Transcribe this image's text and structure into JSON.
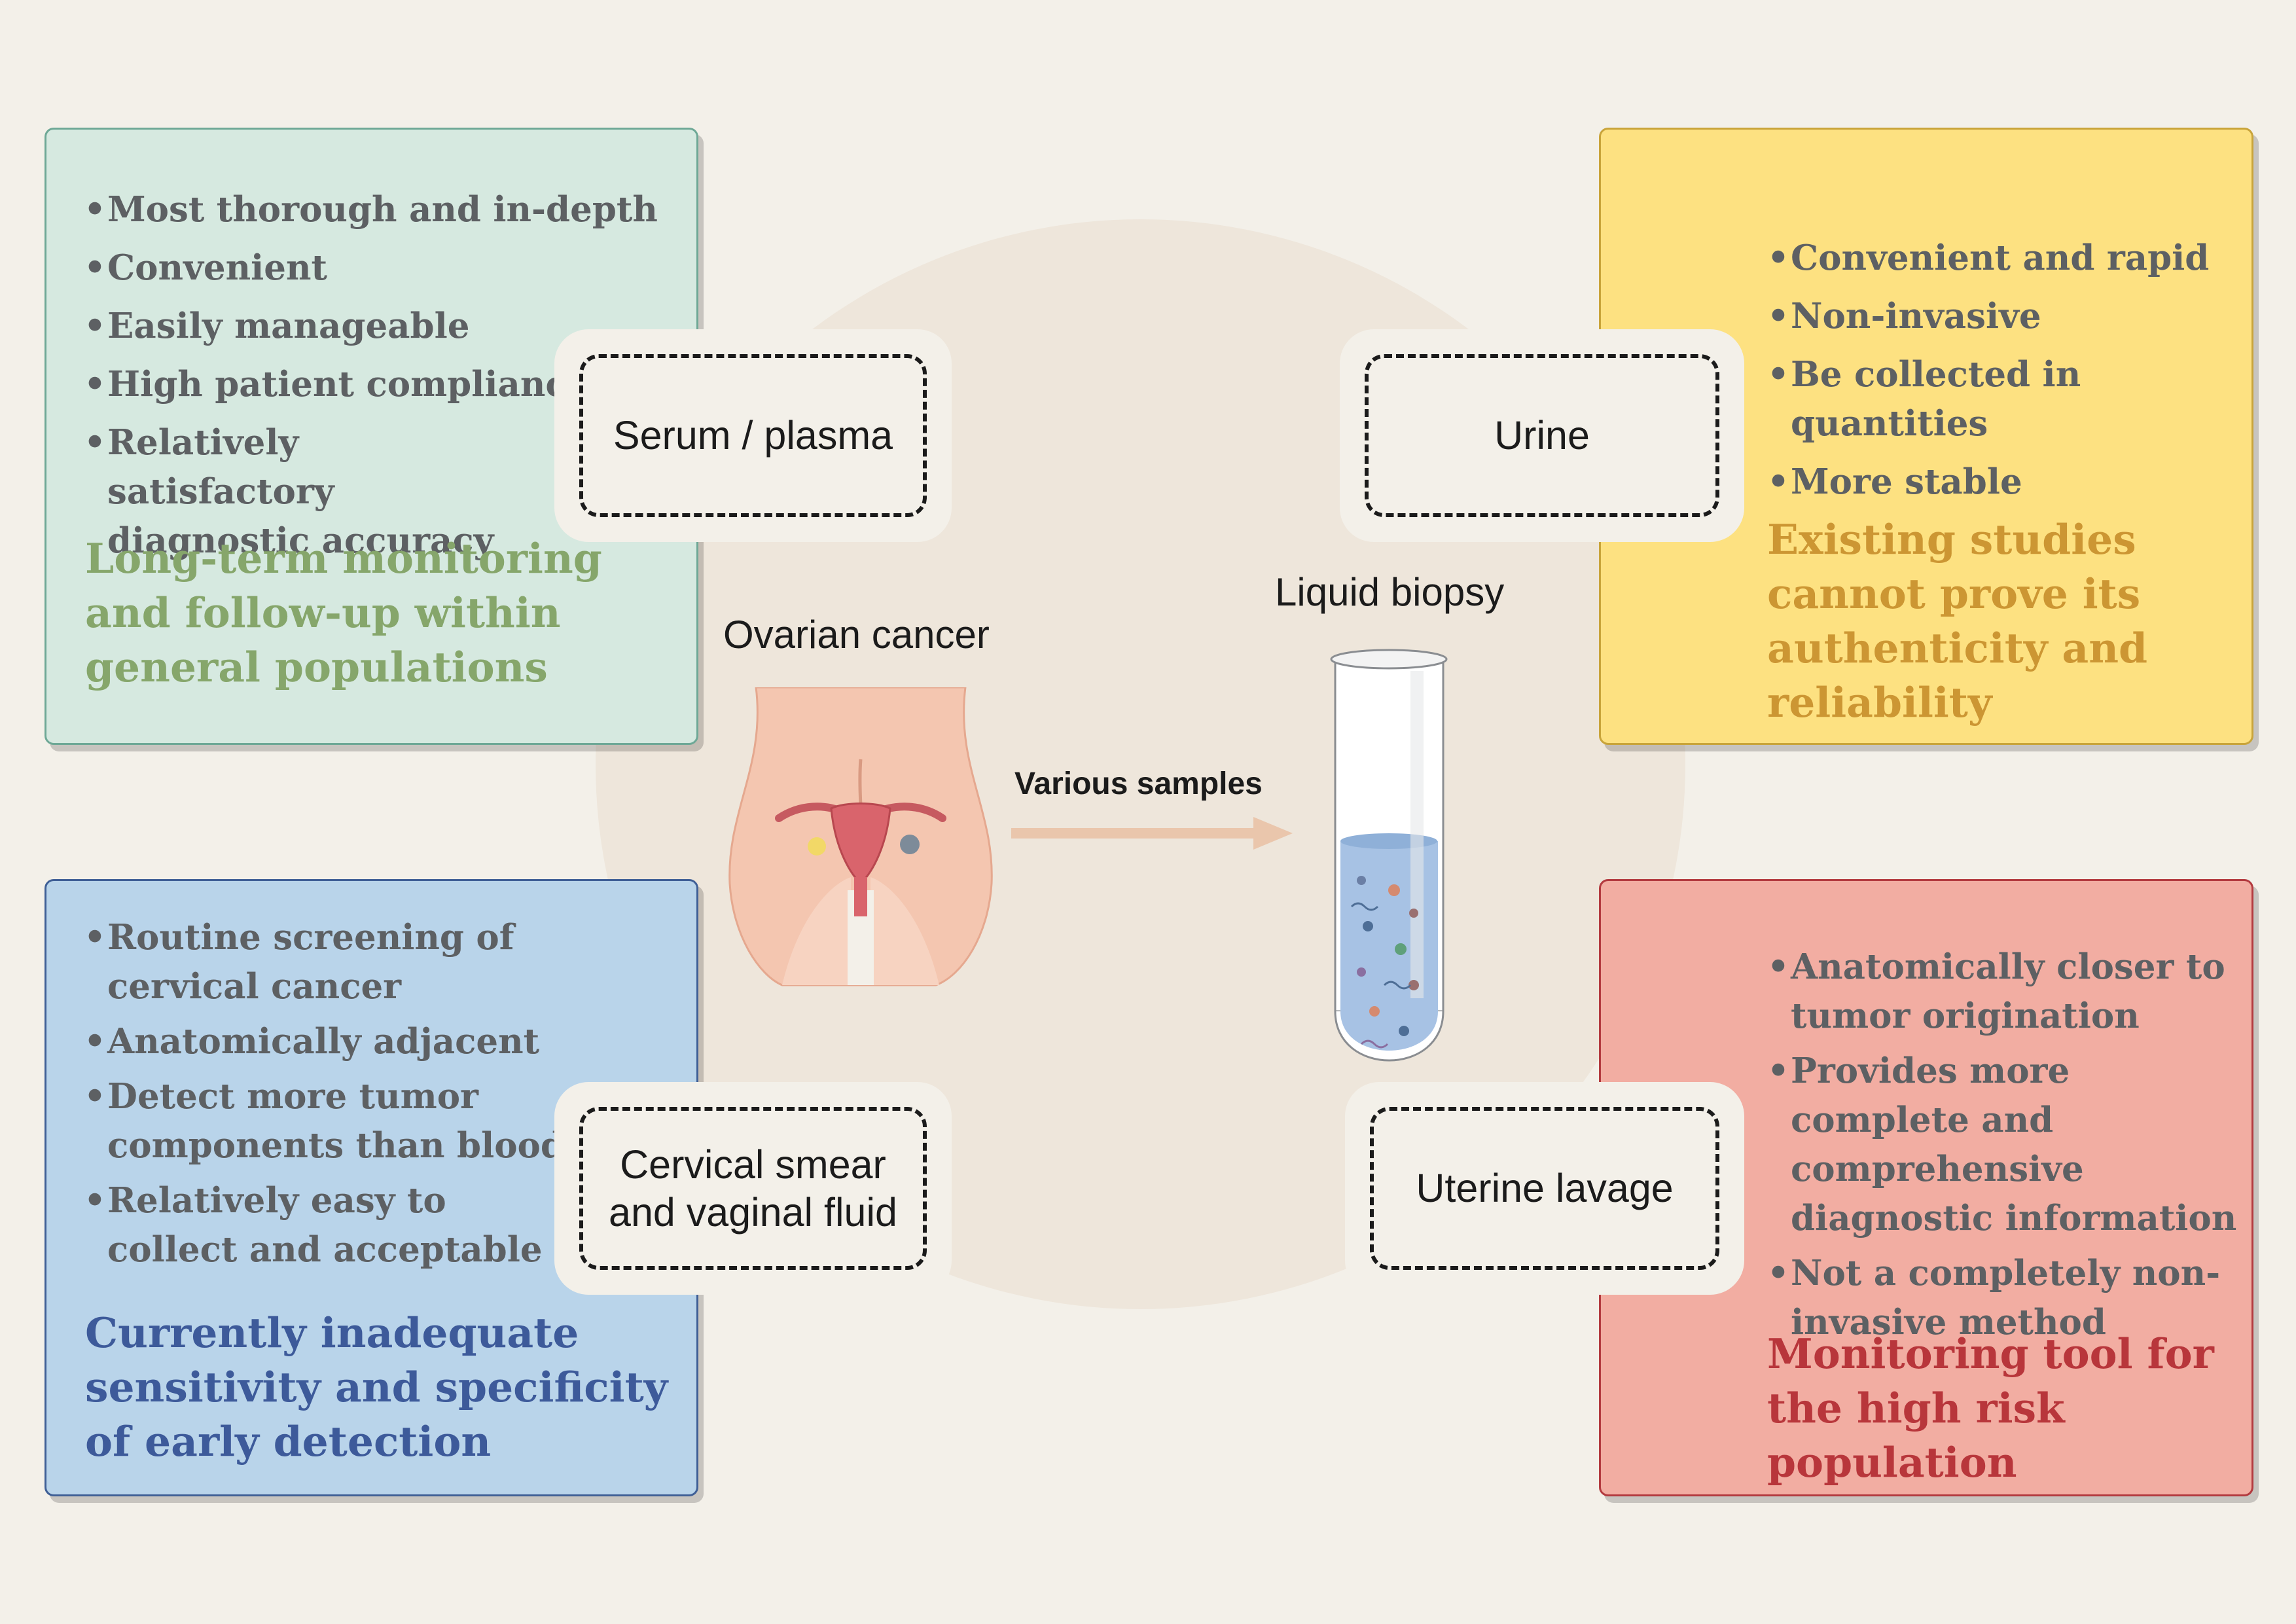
{
  "panels": {
    "serum": {
      "bullets": [
        "Most thorough and in-depth",
        "Convenient",
        "Easily manageable",
        "High patient compliance",
        "Relatively satisfactory diagnostic accuracy"
      ],
      "conclusion": "Long-term monitoring and follow-up within general populations",
      "color": "#d6e9e0",
      "accent": "#86a66b"
    },
    "urine": {
      "bullets": [
        "Convenient and rapid",
        "Non-invasive",
        "Be collected in quantities",
        "More stable"
      ],
      "conclusion": "Existing studies cannot prove its authenticity and reliability",
      "color": "#fde181",
      "accent": "#cc9633"
    },
    "cervical": {
      "bullets": [
        "Routine screening of cervical cancer",
        "Anatomically adjacent",
        "Detect more tumor components than blood",
        "Relatively easy to collect and acceptable"
      ],
      "conclusion": "Currently inadequate sensitivity and specificity of early detection",
      "color": "#b9d4ea",
      "accent": "#3d5a9a"
    },
    "uterine": {
      "bullets": [
        "Anatomically closer to tumor origination",
        "Provides more complete and comprehensive diagnostic information",
        "Not a completely non-invasive method"
      ],
      "conclusion": "Monitoring tool for the high risk population",
      "color": "#f2ada2",
      "accent": "#b8363b"
    }
  },
  "samples": {
    "serum": "Serum / plasma",
    "urine": "Urine",
    "cervical_line1": "Cervical smear",
    "cervical_line2": "and vaginal fluid",
    "uterine": "Uterine lavage"
  },
  "center": {
    "ovarian_label": "Ovarian cancer",
    "biopsy_label": "Liquid biopsy",
    "arrow_label": "Various samples"
  },
  "icons": [
    "pelvis-illustration",
    "test-tube-icon",
    "arrow-right-icon"
  ]
}
